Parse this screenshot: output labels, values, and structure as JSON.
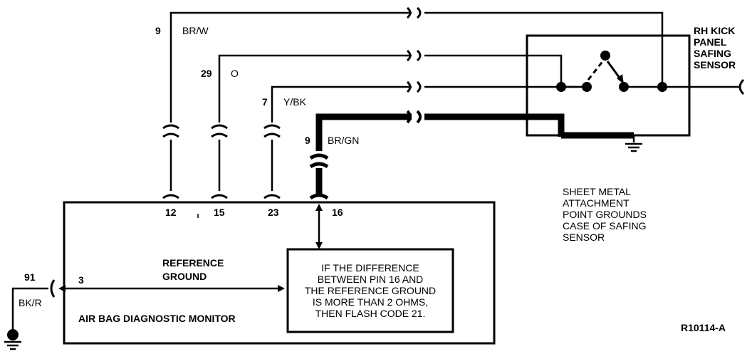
{
  "wires": [
    {
      "id": "w-brw",
      "circuit": "9",
      "color": "BR/W",
      "pin": "12"
    },
    {
      "id": "w-o",
      "circuit": "29",
      "color": "O",
      "pin": "15"
    },
    {
      "id": "w-ybk",
      "circuit": "7",
      "color": "Y/BK",
      "pin": "23"
    },
    {
      "id": "w-brgn",
      "circuit": "9",
      "color": "BR/GN",
      "pin": "16"
    }
  ],
  "safing_sensor": {
    "title_lines": [
      "RH KICK",
      "PANEL",
      "SAFING",
      "SENSOR"
    ]
  },
  "note_lines": [
    "SHEET METAL",
    "ATTACHMENT",
    "POINT GROUNDS",
    "CASE OF SAFING",
    "SENSOR"
  ],
  "module": {
    "name": "AIR BAG DIAGNOSTIC MONITOR",
    "reference_ground_lines": [
      "REFERENCE",
      "GROUND"
    ],
    "ref_pin": "3"
  },
  "ground_wire": {
    "circuit": "91",
    "color": "BK/R"
  },
  "info_lines": [
    "IF THE DIFFERENCE",
    "BETWEEN PIN 16 AND",
    "THE REFERENCE GROUND",
    "IS MORE THAN 2 OHMS,",
    "THEN FLASH CODE 21."
  ],
  "figure_id": "R10114-A"
}
